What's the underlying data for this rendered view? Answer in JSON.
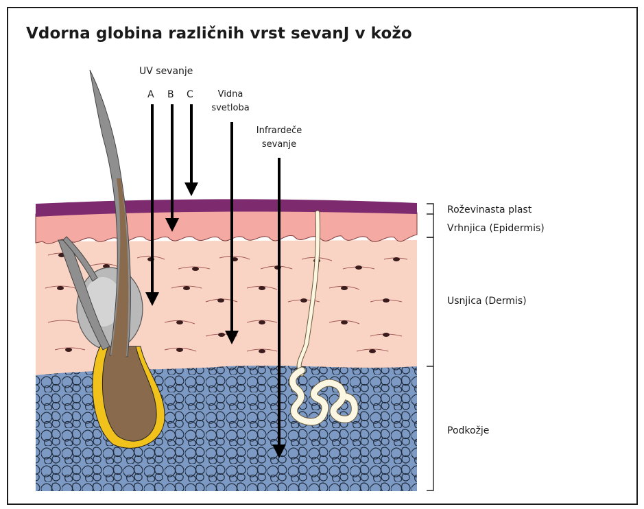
{
  "title": "Vdorna globina različnih vrst sevanJ v kožo",
  "radiation": {
    "uv_title": "UV sevanje",
    "uv_a": "A",
    "uv_b": "B",
    "uv_c": "C",
    "visible": "Vidna\nsvetloba",
    "infrared": "Infrardeče\nsevanje"
  },
  "layers": {
    "stratum_corneum": "Roževinasta plast",
    "epidermis": "Vrhnjica (Epidermis)",
    "dermis": "Usnjica (Dermis)",
    "hypodermis": "Podkožje"
  },
  "colors": {
    "stratum_corneum": "#7d2a6e",
    "epidermis": "#f4a9a3",
    "dermis": "#f9d3c4",
    "hypodermis": "#7d9ac4",
    "hair": "#8a6a4c",
    "follicle_yellow": "#f2c21c"
  }
}
